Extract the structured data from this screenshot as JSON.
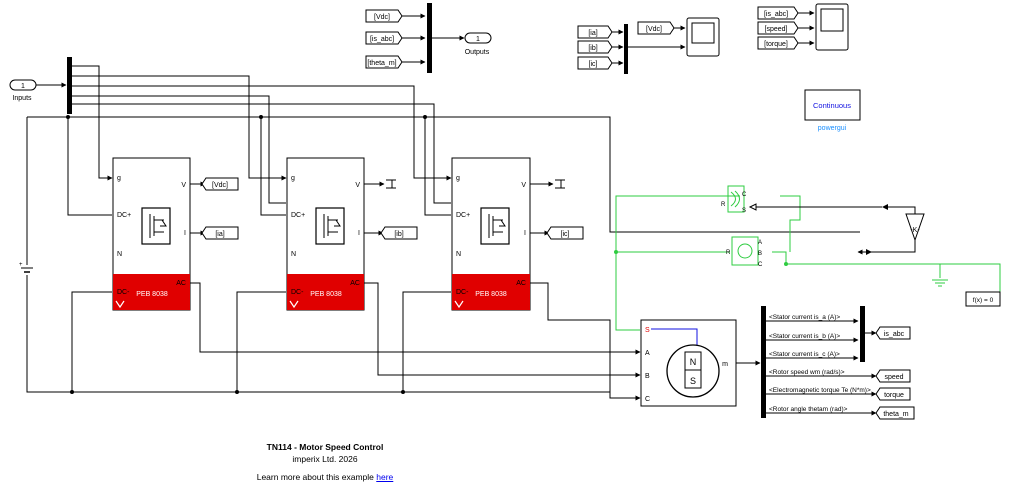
{
  "diagram": {
    "inputs": {
      "port_number": "1",
      "label": "Inputs"
    },
    "outputs": {
      "port_number": "1",
      "label": "Outputs"
    },
    "output_goto_tags": [
      "[Vdc]",
      "[is_abc]",
      "[theta_m]"
    ],
    "scope_current_tags": [
      "[ia]",
      "[ib]",
      "[ic]"
    ],
    "scope_vdc_tag": "[Vdc]",
    "scope_motor_tags": [
      "[is_abc]",
      "[speed]",
      "[torque]"
    ],
    "powergui": {
      "block_text": "Continuous",
      "label": "powergui"
    },
    "peb": {
      "port_g": "g",
      "port_dcp": "DC+",
      "port_n": "N",
      "port_dcm": "DC-",
      "port_v": "V",
      "port_i": "I",
      "port_ac": "AC",
      "name": "PEB 8038",
      "v_tags": [
        "[Vdc]",
        "",
        ""
      ],
      "i_tags": [
        "[ia]",
        "[ib]",
        "[ic]"
      ]
    },
    "motor": {
      "port_s": "S",
      "port_a": "A",
      "port_b": "B",
      "port_c": "C",
      "port_m": "m",
      "pole_n": "N",
      "pole_s": "S"
    },
    "bus_signals": [
      "<Stator current is_a (A)>",
      "<Stator current is_b (A)>",
      "<Stator current is_c (A)>",
      "<Rotor speed wm (rad/s)>",
      "<Electromagnetic torque Te (N*m)>",
      "<Rotor angle thetam (rad)>"
    ],
    "bus_goto_tags": [
      "is_abc",
      "speed",
      "torque",
      "theta_m"
    ],
    "gain_label": "-K-",
    "sensor_ports": {
      "c": "C",
      "s": "S",
      "r": "R"
    },
    "source_ports": {
      "a": "A",
      "b": "B",
      "c": "C",
      "r": "R"
    },
    "solver_block": "f(x) = 0"
  },
  "footer": {
    "title": "TN114 - Motor Speed Control",
    "org": "imperix Ltd. 2026",
    "learn_prefix": "Learn more about this example ",
    "learn_link": "here"
  }
}
